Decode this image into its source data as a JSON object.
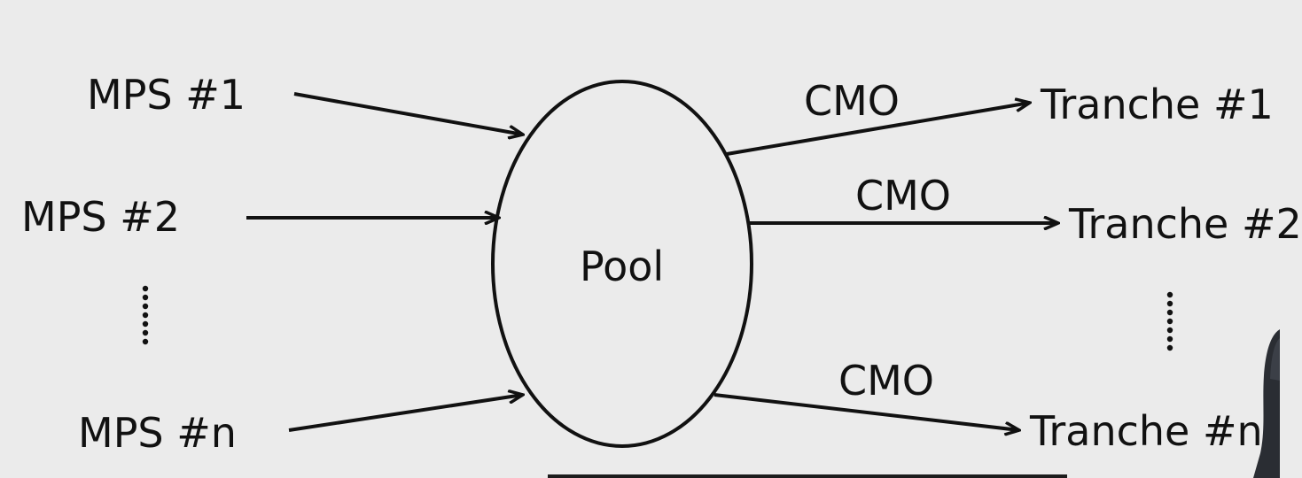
{
  "diagram": {
    "pool_label": "Pool",
    "inputs": [
      "MPS #1",
      "MPS #2",
      "MPS #n"
    ],
    "flow_labels": [
      "CMO",
      "CMO",
      "CMO"
    ],
    "outputs": [
      "Tranche #1",
      "Tranche #2",
      "Tranche #n"
    ]
  },
  "colors": {
    "background": "#ebebeb",
    "stroke": "#111111",
    "text": "#111111"
  }
}
